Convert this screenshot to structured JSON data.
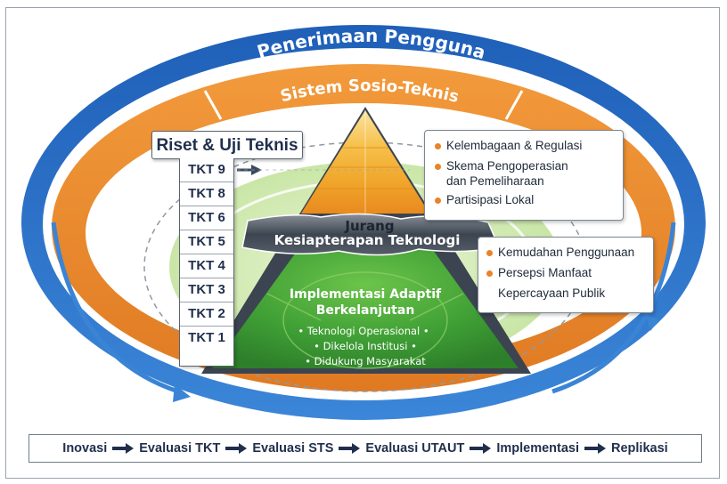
{
  "outer_ring_label": "Penerimaan Pengguna",
  "middle_ring_label": "Sistem Sosio-Teknis",
  "gap_label": {
    "line1": "Jurang",
    "line2": "Kesiapterapan Teknologi"
  },
  "riset": {
    "title": "Riset & Uji Teknis",
    "levels": [
      "TKT 9",
      "TKT 8",
      "TKT 6",
      "TKT 5",
      "TKT 4",
      "TKT 3",
      "TKT 2",
      "TKT 1"
    ]
  },
  "sts_box": {
    "items": [
      {
        "text": "Kelembagaan & Regulasi"
      },
      {
        "line1": "Skema Pengoperasian",
        "line2": "dan Pemeliharaan"
      },
      {
        "text": "Partisipasi Lokal"
      }
    ]
  },
  "utaut_box": {
    "items": [
      "Kemudahan Penggunaan",
      "Persepsi Manfaat",
      "Kepercayaan Publik"
    ]
  },
  "core": {
    "title_line1": "Implementasi Adaptif",
    "title_line2": "Berkelanjutan",
    "points": [
      "• Teknologi Operasional •",
      "• Dikelola Institusi •",
      "• Didukung Masyarakat"
    ]
  },
  "flow": {
    "steps": [
      "Inovasi",
      "Evaluasi TKT",
      "Evaluasi STS",
      "Evaluasi UTAUT",
      "Implementasi",
      "Replikasi"
    ]
  },
  "colors": {
    "blue_ring": "#2a6ec4",
    "orange_ring": "#e8862e",
    "green_core": "#3fa33a",
    "gold_peak": "#f3b52e",
    "navy_text": "#1f2f4c"
  }
}
